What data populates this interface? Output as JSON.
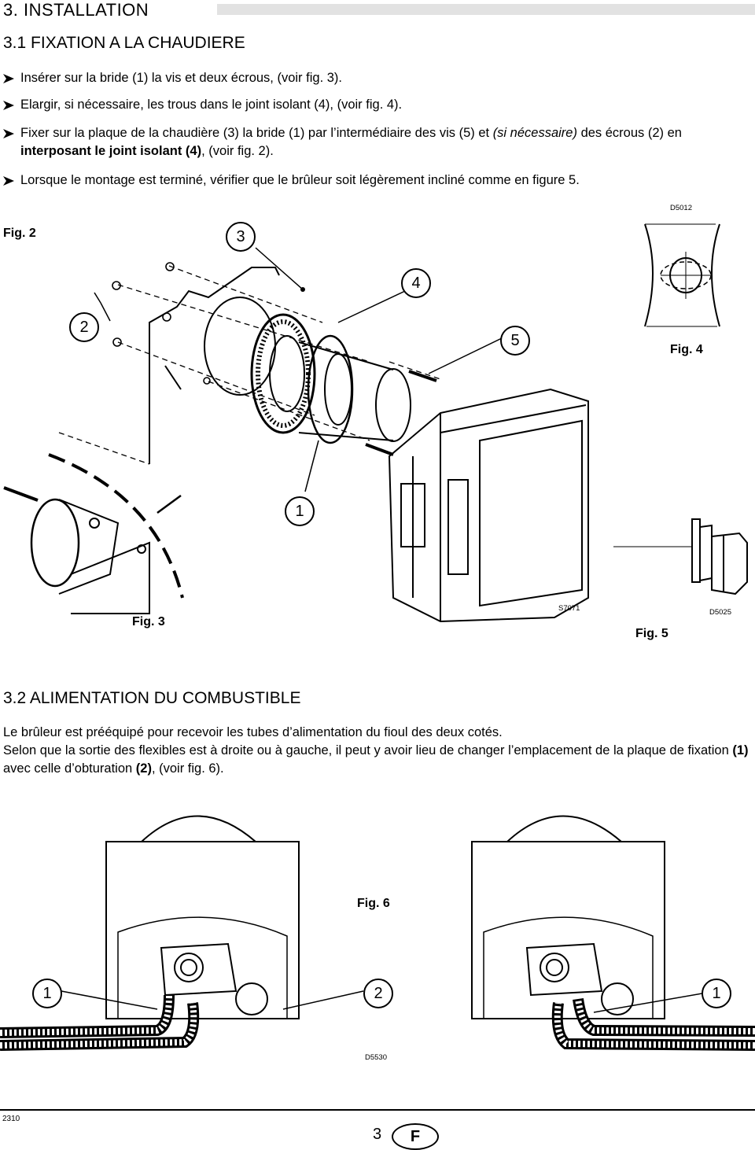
{
  "section": {
    "title": "3.   INSTALLATION"
  },
  "s31": {
    "title": "3.1   FIXATION A LA CHAUDIERE",
    "bullets": [
      {
        "text": "Insérer sur la bride (1) la vis et deux écrous, (voir fig. 3)."
      },
      {
        "text": "Elargir, si nécessaire, les trous dans le joint isolant (4), (voir fig. 4)."
      },
      {
        "pre": "Fixer sur la plaque de la chaudière (3) la bride (1) par l’intermédiaire des vis (5) et ",
        "italic": "(si nécessaire)",
        "mid": " des écrous (2) en ",
        "bold": "interposant le joint isolant (4)",
        "post": ", (voir fig. 2)."
      },
      {
        "text": "Lorsque le montage est terminé, vérifier que le brûleur soit légèrement incliné comme en figure 5."
      }
    ]
  },
  "fig2": {
    "label": "Fig. 2",
    "code": "S7071",
    "callouts": [
      "3",
      "4",
      "2",
      "5",
      "1"
    ]
  },
  "fig3": {
    "label": "Fig. 3"
  },
  "fig4": {
    "label": "Fig. 4",
    "code": "D5012"
  },
  "fig5": {
    "label": "Fig. 5",
    "code": "D5025"
  },
  "s32": {
    "title": "3.2   ALIMENTATION DU COMBUSTIBLE",
    "line1": "Le brûleur est prééquipé pour recevoir les tubes d’alimentation du fioul des deux cotés.",
    "line2_pre": "Selon que la sortie des flexibles est à droite ou à gauche, il peut y avoir lieu de changer l’emplacement de la plaque de fixation ",
    "line2_b1": "(1)",
    "line2_mid": " avec celle d’obturation ",
    "line2_b2": "(2)",
    "line2_post": ", (voir fig. 6)."
  },
  "fig6": {
    "label": "Fig. 6",
    "code": "D5530",
    "callouts": [
      "1",
      "2",
      "1"
    ]
  },
  "footer": {
    "docnum": "2310",
    "page": "3",
    "lang": "F"
  }
}
